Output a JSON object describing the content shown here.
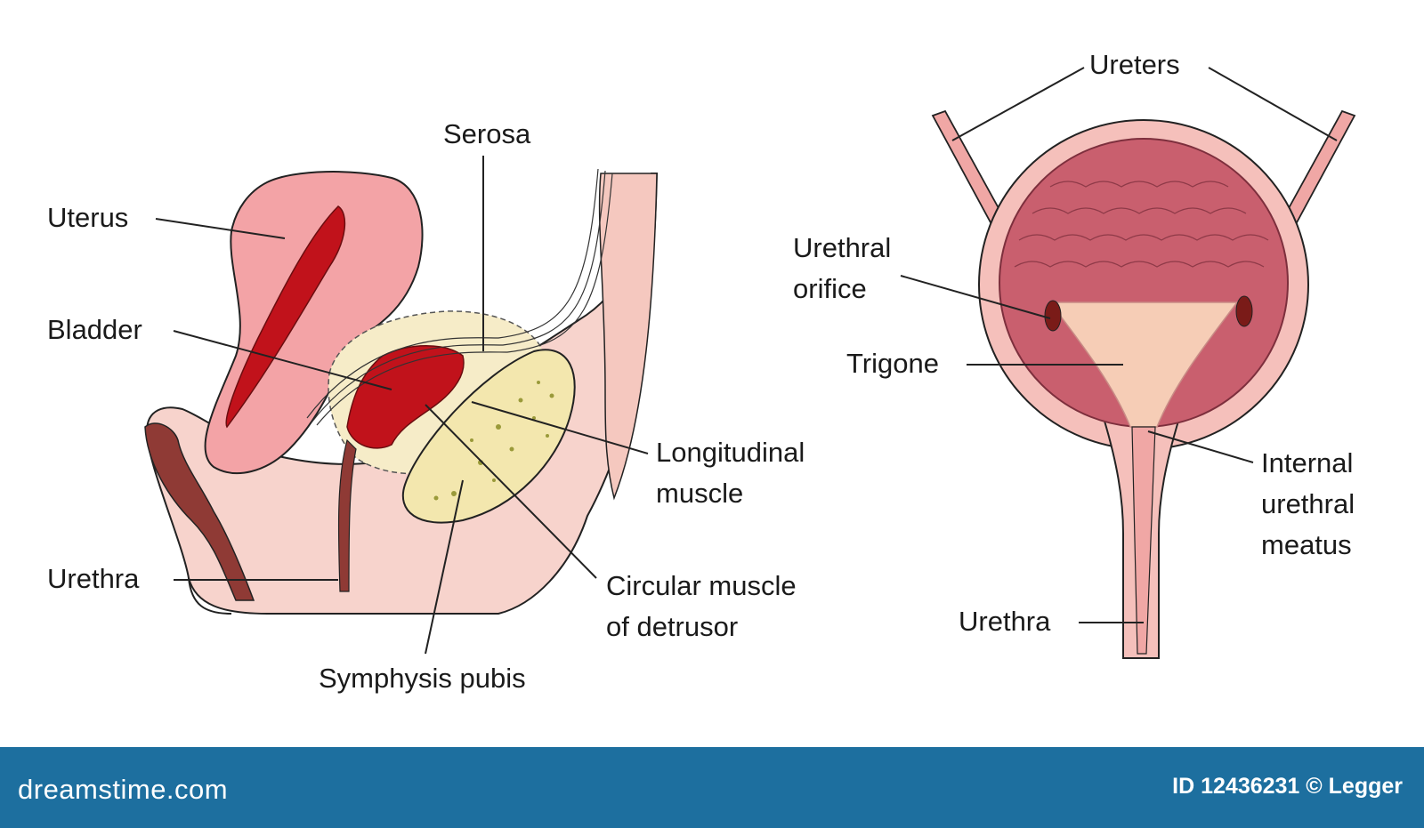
{
  "left_diagram": {
    "labels": {
      "uterus": "Uterus",
      "bladder": "Bladder",
      "urethra": "Urethra",
      "serosa": "Serosa",
      "longitudinal_muscle_1": "Longitudinal",
      "longitudinal_muscle_2": "muscle",
      "circular_muscle_1": "Circular muscle",
      "circular_muscle_2": "of detrusor",
      "symphysis_pubis": "Symphysis pubis"
    }
  },
  "right_diagram": {
    "labels": {
      "ureters": "Ureters",
      "urethral_orifice_1": "Urethral",
      "urethral_orifice_2": "orifice",
      "trigone": "Trigone",
      "internal_meatus_1": "Internal",
      "internal_meatus_2": "urethral",
      "internal_meatus_3": "meatus",
      "urethra": "Urethra"
    }
  },
  "footer": {
    "brand": "dreamstime.com",
    "credit": "ID 12436231 © Legger"
  },
  "colors": {
    "skin_pink": "#f7d3cc",
    "uterus_pink": "#f3a3a6",
    "blood_red": "#c1121b",
    "bladder_wall": "#b85a68",
    "bone_yellow": "#f3e7ae",
    "footer_blue": "#1d6f9f"
  }
}
